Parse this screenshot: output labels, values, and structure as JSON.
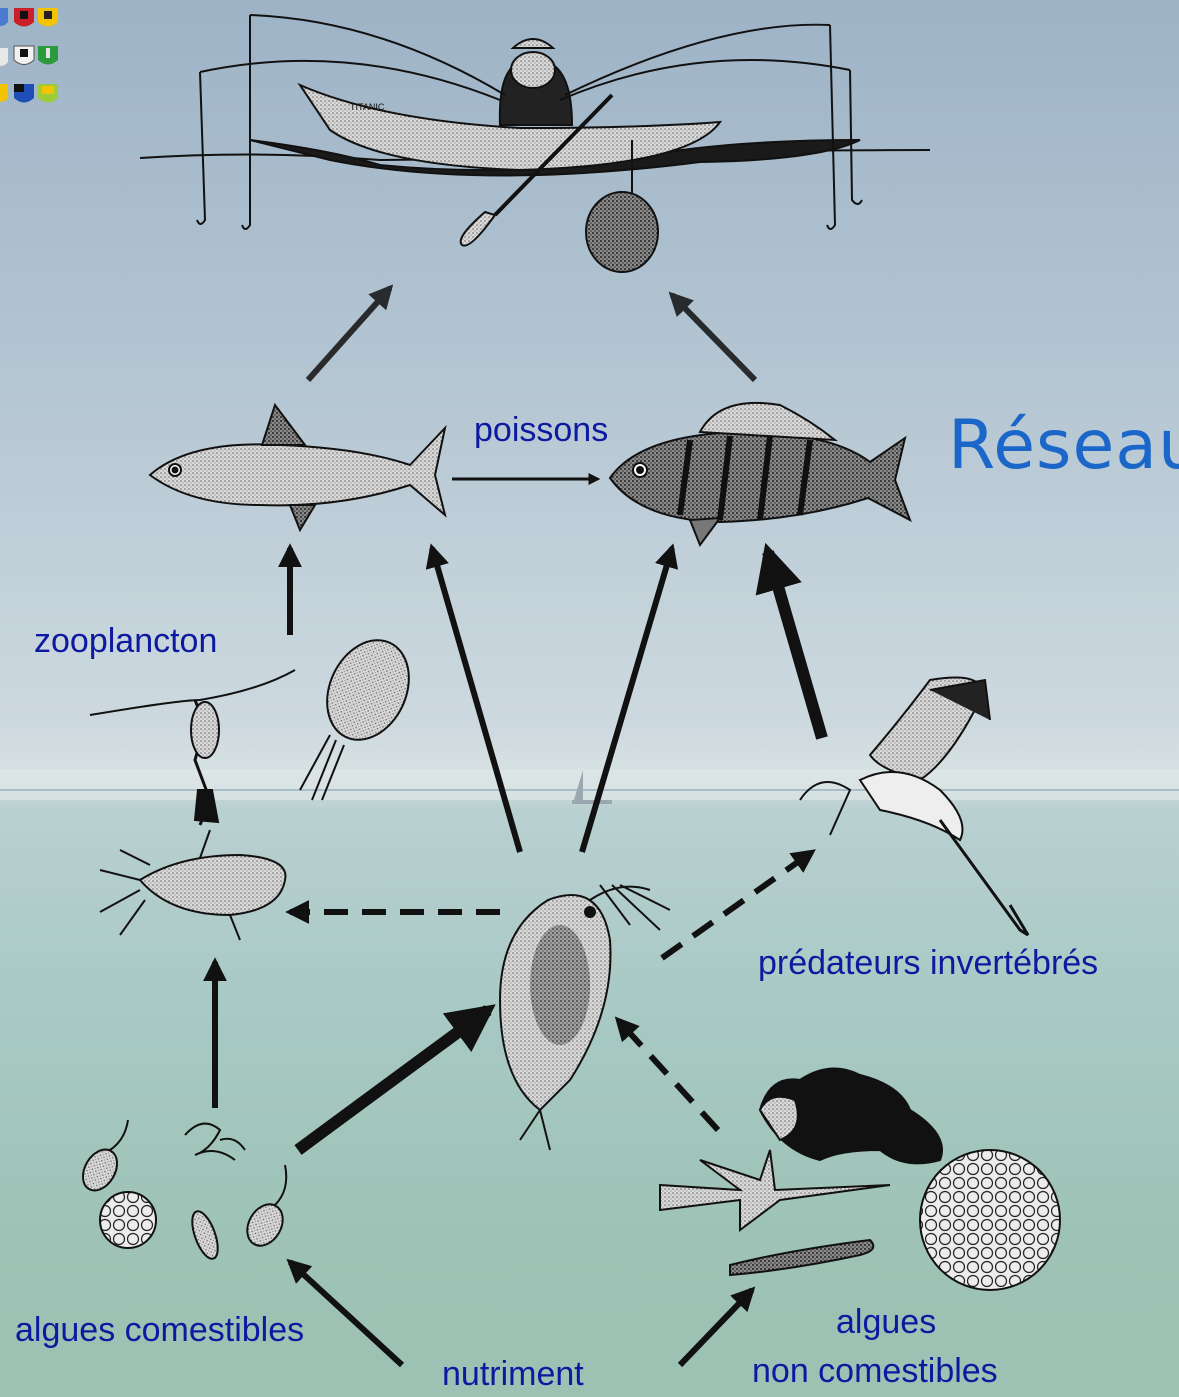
{
  "title": "Réseau",
  "labels": {
    "fish": "poissons",
    "zooplankton": "zooplancton",
    "invertebrate_predators": "prédateurs invertébrés",
    "edible_algae": "algues comestibles",
    "nutrient": "nutriment",
    "inedible_algae_1": "algues",
    "inedible_algae_2": "non comestibles"
  },
  "boat_name": "TITANIC",
  "colors": {
    "label": "#0c1aa0",
    "title": "#1a67c9",
    "arrow": "#111111"
  },
  "icons": [
    "coat-of-arms-grid-icon",
    "fisherman-boat-icon",
    "whitefish-icon",
    "perch-icon",
    "copepod-icon",
    "rotifer-icon",
    "cyclops-icon",
    "daphnia-icon",
    "predatory-larva-icon",
    "edible-algae-icon",
    "inedible-algae-icon",
    "sailboat-icon"
  ]
}
